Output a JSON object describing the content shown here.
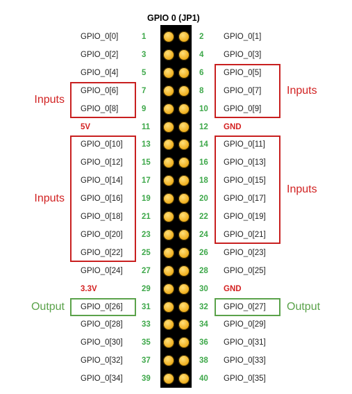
{
  "header": {
    "title": "GPIO 0 (JP1)"
  },
  "rows": [
    {
      "left_label": "GPIO_0[0]",
      "left_pin": "1",
      "right_pin": "2",
      "right_label": "GPIO_0[1]"
    },
    {
      "left_label": "GPIO_0[2]",
      "left_pin": "3",
      "right_pin": "4",
      "right_label": "GPIO_0[3]"
    },
    {
      "left_label": "GPIO_0[4]",
      "left_pin": "5",
      "right_pin": "6",
      "right_label": "GPIO_0[5]"
    },
    {
      "left_label": "GPIO_0[6]",
      "left_pin": "7",
      "right_pin": "8",
      "right_label": "GPIO_0[7]"
    },
    {
      "left_label": "GPIO_0[8]",
      "left_pin": "9",
      "right_pin": "10",
      "right_label": "GPIO_0[9]"
    },
    {
      "left_label": "5V",
      "left_pin": "11",
      "right_pin": "12",
      "right_label": "GND",
      "power": true
    },
    {
      "left_label": "GPIO_0[10]",
      "left_pin": "13",
      "right_pin": "14",
      "right_label": "GPIO_0[11]"
    },
    {
      "left_label": "GPIO_0[12]",
      "left_pin": "15",
      "right_pin": "16",
      "right_label": "GPIO_0[13]"
    },
    {
      "left_label": "GPIO_0[14]",
      "left_pin": "17",
      "right_pin": "18",
      "right_label": "GPIO_0[15]"
    },
    {
      "left_label": "GPIO_0[16]",
      "left_pin": "19",
      "right_pin": "20",
      "right_label": "GPIO_0[17]"
    },
    {
      "left_label": "GPIO_0[18]",
      "left_pin": "21",
      "right_pin": "22",
      "right_label": "GPIO_0[19]"
    },
    {
      "left_label": "GPIO_0[20]",
      "left_pin": "23",
      "right_pin": "24",
      "right_label": "GPIO_0[21]"
    },
    {
      "left_label": "GPIO_0[22]",
      "left_pin": "25",
      "right_pin": "26",
      "right_label": "GPIO_0[23]"
    },
    {
      "left_label": "GPIO_0[24]",
      "left_pin": "27",
      "right_pin": "28",
      "right_label": "GPIO_0[25]"
    },
    {
      "left_label": "3.3V",
      "left_pin": "29",
      "right_pin": "30",
      "right_label": "GND",
      "power": true
    },
    {
      "left_label": "GPIO_0[26]",
      "left_pin": "31",
      "right_pin": "32",
      "right_label": "GPIO_0[27]"
    },
    {
      "left_label": "GPIO_0[28]",
      "left_pin": "33",
      "right_pin": "34",
      "right_label": "GPIO_0[29]"
    },
    {
      "left_label": "GPIO_0[30]",
      "left_pin": "35",
      "right_pin": "36",
      "right_label": "GPIO_0[31]"
    },
    {
      "left_label": "GPIO_0[32]",
      "left_pin": "37",
      "right_pin": "38",
      "right_label": "GPIO_0[33]"
    },
    {
      "left_label": "GPIO_0[34]",
      "left_pin": "39",
      "right_pin": "40",
      "right_label": "GPIO_0[35]"
    }
  ],
  "groups": [
    {
      "side": "left",
      "from": 3,
      "to": 4,
      "kind": "input",
      "tag": "Inputs"
    },
    {
      "side": "right",
      "from": 2,
      "to": 4,
      "kind": "input",
      "tag": "Inputs"
    },
    {
      "side": "left",
      "from": 6,
      "to": 12,
      "kind": "input",
      "tag": "Inputs"
    },
    {
      "side": "right",
      "from": 6,
      "to": 11,
      "kind": "input",
      "tag": "Inputs"
    },
    {
      "side": "left",
      "from": 15,
      "to": 15,
      "kind": "output",
      "tag": "Output"
    },
    {
      "side": "right",
      "from": 15,
      "to": 15,
      "kind": "output",
      "tag": "Output"
    }
  ],
  "colors": {
    "pin_number": "#3ea84a",
    "power_label": "#d42121",
    "input_box": "#c81f1f",
    "output_box": "#5aa24a",
    "header_strip": "#000000",
    "pin_gold": "#f2b427"
  },
  "icons": {
    "pin": "gold-pin-icon"
  }
}
